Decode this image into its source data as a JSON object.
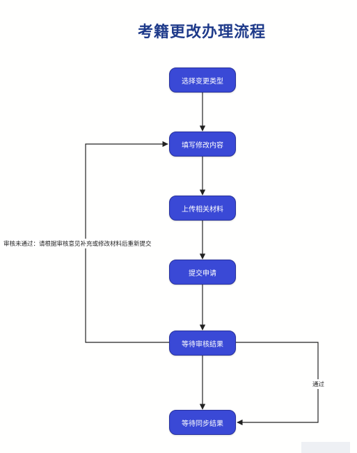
{
  "title": "考籍更改办理流程",
  "nodes": [
    {
      "id": "n1",
      "label": "选择变更类型"
    },
    {
      "id": "n2",
      "label": "填写修改内容"
    },
    {
      "id": "n3",
      "label": "上传相关材料"
    },
    {
      "id": "n4",
      "label": "提交申请"
    },
    {
      "id": "n5",
      "label": "等待审核结果"
    },
    {
      "id": "n6",
      "label": "等待同步结果"
    }
  ],
  "edges": [
    {
      "from": "n1",
      "to": "n2",
      "label": ""
    },
    {
      "from": "n2",
      "to": "n3",
      "label": ""
    },
    {
      "from": "n3",
      "to": "n4",
      "label": ""
    },
    {
      "from": "n4",
      "to": "n5",
      "label": ""
    },
    {
      "from": "n5",
      "to": "n6",
      "label": ""
    },
    {
      "from": "n5",
      "to": "n2",
      "label": "审核未通过：请根据审核意见补充或修改材料后重新提交"
    },
    {
      "from": "n5",
      "to": "n6",
      "label": "通过"
    }
  ],
  "colors": {
    "node_fill": "#3a49d6",
    "title": "#1e3a8a",
    "line": "#222222"
  }
}
